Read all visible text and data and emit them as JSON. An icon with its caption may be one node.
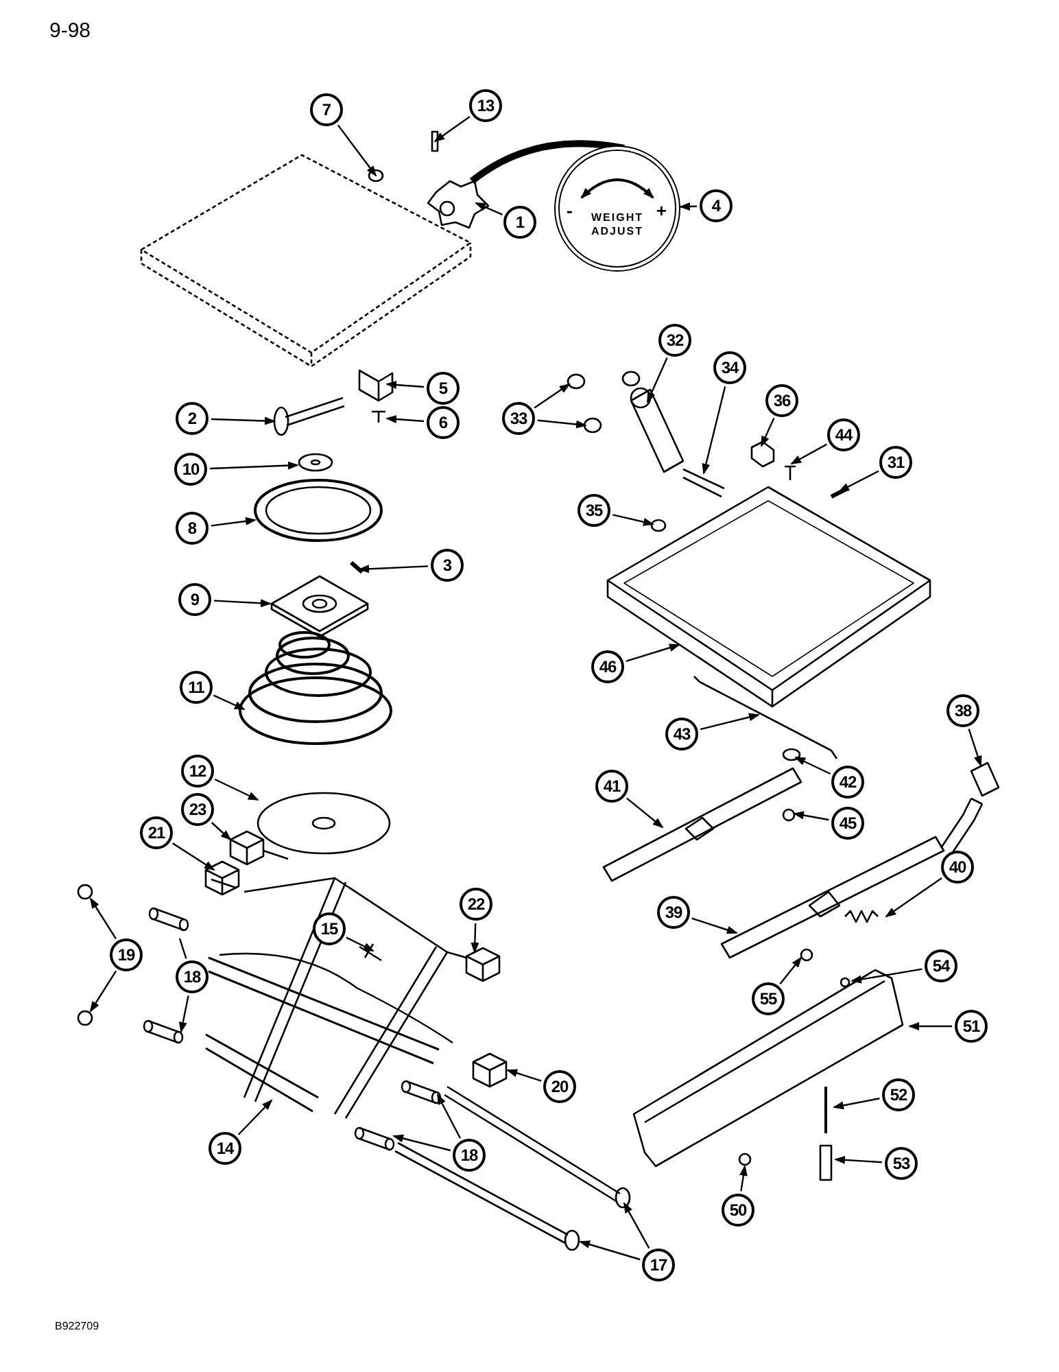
{
  "diagram": {
    "nodes": [
      {
        "text": [
          "7"
        ]
      },
      {
        "text": [
          "13"
        ]
      },
      {
        "text": [
          "1"
        ]
      },
      {
        "text": [
          "4"
        ]
      },
      {
        "text": [
          "-",
          "+",
          "WEIGHT ADJUST"
        ]
      },
      {
        "text": [
          "32"
        ]
      },
      {
        "text": [
          "5"
        ]
      },
      {
        "text": [
          "33"
        ]
      },
      {
        "text": [
          "2"
        ]
      },
      {
        "text": [
          "6"
        ]
      },
      {
        "text": [
          "34"
        ]
      },
      {
        "text": [
          "36"
        ]
      },
      {
        "text": [
          "44"
        ]
      },
      {
        "text": [
          "31"
        ]
      },
      {
        "text": [
          "10"
        ]
      },
      {
        "text": [
          "35"
        ]
      },
      {
        "text": [
          "8"
        ]
      },
      {
        "text": [
          "3"
        ]
      },
      {
        "text": [
          "9"
        ]
      },
      {
        "text": [
          "46"
        ]
      },
      {
        "text": [
          "11"
        ]
      },
      {
        "text": [
          "38"
        ]
      },
      {
        "text": [
          "43"
        ]
      },
      {
        "text": [
          "12"
        ]
      },
      {
        "text": [
          "42"
        ]
      },
      {
        "text": [
          "41"
        ]
      },
      {
        "text": [
          "23"
        ]
      },
      {
        "text": [
          "45"
        ]
      },
      {
        "text": [
          "21"
        ]
      },
      {
        "text": [
          "22"
        ]
      },
      {
        "text": [
          "40"
        ]
      },
      {
        "text": [
          "39"
        ]
      },
      {
        "text": [
          "15"
        ]
      },
      {
        "text": [
          "54"
        ]
      },
      {
        "text": [
          "19"
        ]
      },
      {
        "text": [
          "18"
        ]
      },
      {
        "text": [
          "55"
        ]
      },
      {
        "text": [
          "51"
        ]
      },
      {
        "text": [
          "20"
        ]
      },
      {
        "text": [
          "18"
        ]
      },
      {
        "text": [
          "14"
        ]
      },
      {
        "text": [
          "52"
        ]
      },
      {
        "text": [
          "53"
        ]
      },
      {
        "text": [
          "50"
        ]
      },
      {
        "text": [
          "17"
        ]
      }
    ],
    "edges": [
      {
        "from": 0,
        "to": null,
        "arrow": "to"
      },
      {
        "from": 1,
        "to": null,
        "arrow": "to"
      },
      {
        "from": 2,
        "to": null,
        "arrow": "to"
      },
      {
        "from": 3,
        "to": 4,
        "arrow": "to"
      },
      {
        "from": 5,
        "to": null,
        "arrow": "to"
      },
      {
        "from": 6,
        "to": null,
        "arrow": "to"
      },
      {
        "from": 7,
        "to": null,
        "arrow": "to"
      },
      {
        "from": 7,
        "to": null,
        "arrow": "to"
      },
      {
        "from": 8,
        "to": null,
        "arrow": "to"
      },
      {
        "from": 9,
        "to": null,
        "arrow": "to"
      },
      {
        "from": 10,
        "to": null,
        "arrow": "to"
      },
      {
        "from": 11,
        "to": null,
        "arrow": "to"
      },
      {
        "from": 12,
        "to": null,
        "arrow": "to"
      },
      {
        "from": 13,
        "to": null,
        "arrow": "to"
      },
      {
        "from": 14,
        "to": null,
        "arrow": "to"
      },
      {
        "from": 15,
        "to": null,
        "arrow": "to"
      },
      {
        "from": 16,
        "to": null,
        "arrow": "to"
      },
      {
        "from": 17,
        "to": null,
        "arrow": "to"
      },
      {
        "from": 18,
        "to": null,
        "arrow": "to"
      },
      {
        "from": 19,
        "to": null,
        "arrow": "to"
      },
      {
        "from": 20,
        "to": null,
        "arrow": "to"
      },
      {
        "from": 21,
        "to": null,
        "arrow": "to"
      },
      {
        "from": 22,
        "to": null,
        "arrow": "to"
      },
      {
        "from": 23,
        "to": null,
        "arrow": "to"
      },
      {
        "from": 24,
        "to": null,
        "arrow": "to"
      },
      {
        "from": 25,
        "to": null,
        "arrow": "to"
      },
      {
        "from": 26,
        "to": null,
        "arrow": "to"
      },
      {
        "from": 27,
        "to": null,
        "arrow": "to"
      },
      {
        "from": 28,
        "to": null,
        "arrow": "to"
      },
      {
        "from": 29,
        "to": null,
        "arrow": "to"
      },
      {
        "from": 30,
        "to": null,
        "arrow": "to"
      },
      {
        "from": 31,
        "to": null,
        "arrow": "to"
      },
      {
        "from": 32,
        "to": null,
        "arrow": "to"
      },
      {
        "from": 33,
        "to": null,
        "arrow": "to"
      },
      {
        "from": 34,
        "to": null,
        "arrow": "to"
      },
      {
        "from": 34,
        "to": null,
        "arrow": "to"
      },
      {
        "from": 35,
        "to": null,
        "arrow": "none"
      },
      {
        "from": 35,
        "to": null,
        "arrow": "to"
      },
      {
        "from": 36,
        "to": null,
        "arrow": "to"
      },
      {
        "from": 37,
        "to": null,
        "arrow": "to"
      },
      {
        "from": 38,
        "to": null,
        "arrow": "to"
      },
      {
        "from": 39,
        "to": null,
        "arrow": "to"
      },
      {
        "from": 39,
        "to": null,
        "arrow": "to"
      },
      {
        "from": 40,
        "to": null,
        "arrow": "to"
      },
      {
        "from": 41,
        "to": null,
        "arrow": "to"
      },
      {
        "from": 42,
        "to": null,
        "arrow": "to"
      },
      {
        "from": 43,
        "to": null,
        "arrow": "to"
      },
      {
        "from": 44,
        "to": null,
        "arrow": "to"
      },
      {
        "from": 44,
        "to": null,
        "arrow": "to"
      }
    ],
    "labels": [
      "9-98",
      "B922709"
    ]
  }
}
